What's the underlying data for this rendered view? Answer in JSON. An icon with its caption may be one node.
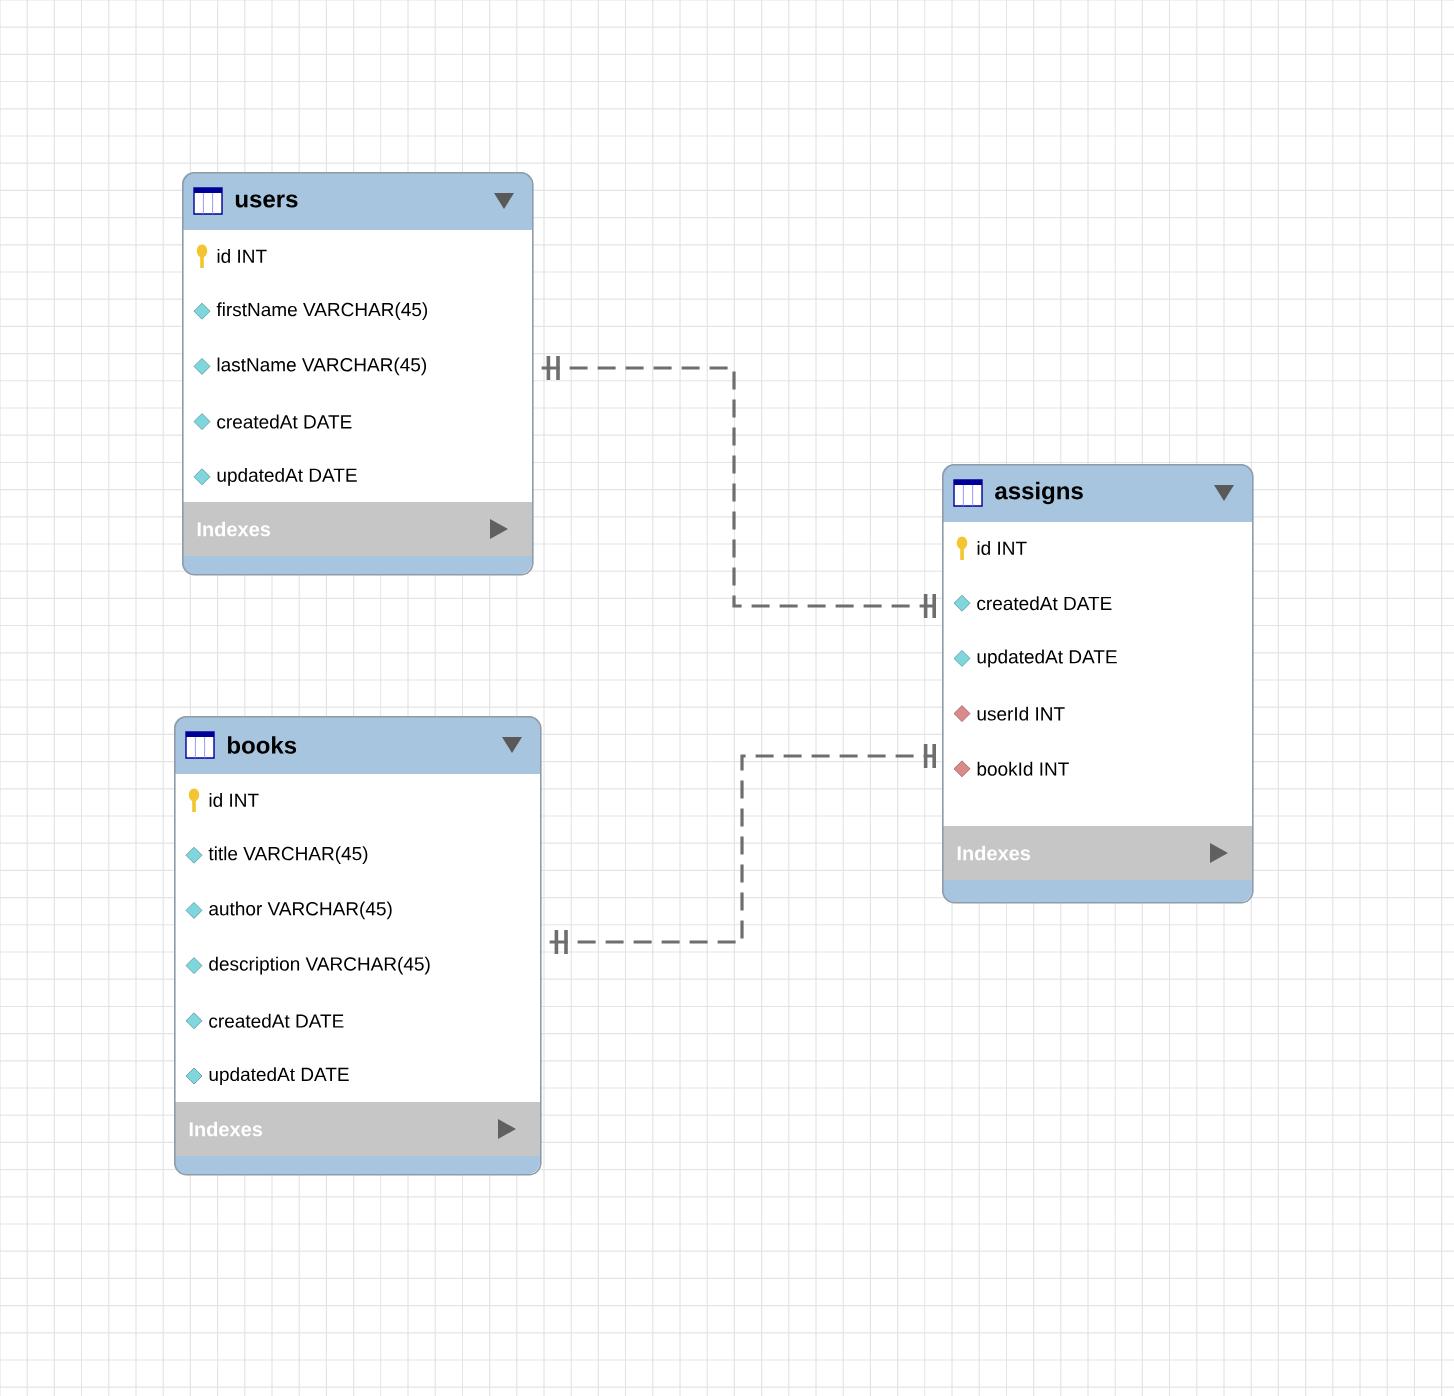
{
  "diagram": {
    "nodes": [
      {
        "text": [
          "users",
          "id INT",
          "firstName VARCHAR(45)",
          "lastName VARCHAR(45)",
          "createdAt DATE",
          "updatedAt DATE",
          "Indexes"
        ]
      },
      {
        "text": [
          "assigns",
          "id INT",
          "createdAt DATE",
          "updatedAt DATE",
          "userId INT",
          "bookId INT",
          "Indexes"
        ]
      },
      {
        "text": [
          "books",
          "id INT",
          "title VARCHAR(45)",
          "author VARCHAR(45)",
          "description VARCHAR(45)",
          "createdAt DATE",
          "updatedAt DATE",
          "Indexes"
        ]
      }
    ],
    "edges": [
      {
        "from": 0,
        "to": 1,
        "arrow": "other",
        "style": "dashed"
      },
      {
        "from": 2,
        "to": 1,
        "arrow": "other",
        "style": "dashed"
      }
    ]
  }
}
